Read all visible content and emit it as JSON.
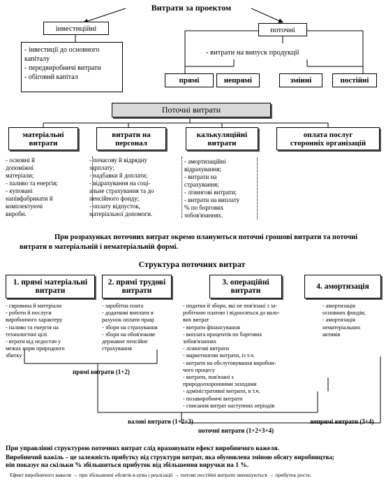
{
  "title": "Витрати за проектом",
  "invest": {
    "label": "інвестиційні",
    "items": [
      "- інвестиції до основного\n  капіталу",
      "- передвиробничі витрати",
      "- обіговий капітал"
    ]
  },
  "current": {
    "label": "поточні",
    "subtitle": "- витрати на випуск продукції",
    "boxes": [
      "прямі",
      "непрямі",
      "змінні",
      "постійні"
    ]
  },
  "running": {
    "label": "Поточні витрати",
    "categories": [
      {
        "label": "матеріальні\nвитрати",
        "items": [
          "- основні й\n  допоміжні\n  матеріали;",
          "- паливо та енергія;",
          "- куповані\n  напівфабрикати й\n  комплектуючі\n  вироби."
        ]
      },
      {
        "label": "витрати на\nперсонал",
        "items": [
          "- почасову й відрядну\n  зарплату;",
          "- надбавки й доплати;",
          "- відрахування на соці-\n  альне страхування та до\n  пенсійного фонду;",
          "- оплату відпусток,\n  матеріальної допомоги."
        ]
      },
      {
        "label": "калькуляційні\nвитрати",
        "items": [
          "- амортизаційні\n  відрахування;",
          "- витрати на\n  страхування;",
          "- лізингові витрати;",
          "- витрати на виплату\n  % по боргових\n  зобов'язаннях."
        ]
      },
      {
        "label": "оплата послуг\nсторонніх організацій",
        "items": []
      }
    ]
  },
  "note1": "При розрахунках поточних витрат окремо плануються поточні грошові витрати та поточні витрати в матеріальній і нематеріальній формі.",
  "structure": {
    "title": "Структура поточних витрат",
    "categories": [
      {
        "label": "1. прямі матеріальні\nвитрати",
        "items": [
          "- сировина й матеріали",
          "- роботи й послуги\n  виробничого характеру",
          "- паливо та енергія на\n  технологічні цілі",
          "- втрати від недостач у\n  межах норм природного\n  збитку"
        ]
      },
      {
        "label": "2. прямі трудові\nвитрати",
        "items": [
          "- заробітна плата",
          "- додаткові виплати в\n  рахунок оплати праці",
          "- збори на страхування",
          "- збори на обов'язкове\n  державне пенсійне\n  страхування"
        ]
      },
      {
        "label": "3. операційні\nвитрати",
        "items": [
          "- податки й збори, які не пов'язані з за-\n  робітною платою і відносяться до вало-\n  вих витрат",
          "- витрати фінансування",
          "- виплата процентів по боргових\n  зобов'язаннях",
          "- лізингові витрати",
          "- маркетингові витрати, із т.ч.",
          "- витрати на обслуговування виробни-\n  чого процесу",
          "- витрати, пов'язані з\n  природоохоронними заходами",
          "- адміністративні витрати, в т.ч.",
          "- позавиробничі витрати",
          "- списання витрат наступних періодів"
        ]
      },
      {
        "label": "4. амортизація",
        "items": [
          "- амортизація\n  основних фондів;",
          "- амортизація\n  нематеріальних\n  активів"
        ]
      }
    ],
    "groups": {
      "direct": "прямі витрати (1+2)",
      "gross": "валові витрати (1+2+3)",
      "current": "поточні витрати (1+2+3+4)",
      "indirect": "непрямі витрати (3+4)"
    }
  },
  "footer": {
    "line1": "При управлінні структурою поточних витрат слід враховувати ефект виробничого важеля.",
    "line2": "Виробничий важіль – це залежність прибутку від структури витрат, яка обумовлена зміною обсягу виробництва;",
    "line3": "він показує на скільки % збільшиться прибуток від збільшення виручки на 1 %.",
    "line4": "Ефект виробничого важеля → при збільшенні обсягів в-цтва і реалізації → питомі постійні витрати зменшуються → прибуток росте."
  }
}
